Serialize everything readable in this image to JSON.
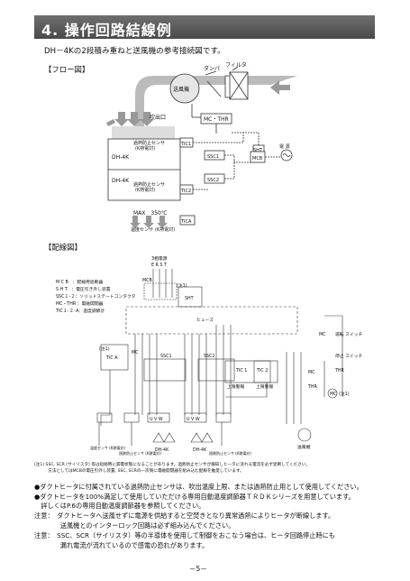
{
  "header": {
    "title": "4. 操作回路結線例"
  },
  "intro": "DH－4Kの2段積み重ねと送風機の参考接続図です。",
  "flow": {
    "heading": "【フロー図】",
    "labels": {
      "damper": "ダンパ",
      "filter": "フィルタ",
      "blower": "送風機",
      "outlet": "吹出口",
      "mc_thr": "MC・THR",
      "sensor_upper": "過熱防止センサ",
      "sensor_upper_k": "(K熱電対)",
      "sensor_lower": "過熱防止センサ",
      "sensor_lower_k": "(K熱電対)",
      "dh_upper": "DH-4K",
      "dh_lower": "DH-4K",
      "tic1": "TIC1",
      "tic2": "TIC2",
      "tica": "TICA",
      "ssc1": "SSC1",
      "ssc2": "SSC2",
      "sht": "SHT",
      "mcb": "MCB",
      "power": "電 源",
      "max_temp": "MAX　350℃",
      "temp_sensor": "温度センサ",
      "temp_sensor_k": "(K熱電対)"
    }
  },
  "wiring": {
    "heading": "【配線図】",
    "three_phase": "3相電源",
    "phases": "E R S T",
    "legend": [
      "M C B　：配線用遮断器",
      "S H T　：電圧引き外し装置",
      "SSC１･２：ソリッドステートコンタクタ",
      "MC・THR ：電磁開閉器",
      "TIC１･２･A：温度調節計"
    ],
    "labels": {
      "note1a": "(注1)",
      "note1b": "(注1)",
      "note1c": "(注1)",
      "mcb": "MCB",
      "sht": "SHT",
      "fuse": "ヒューズ",
      "mc_top": "MC",
      "mc_left": "MC",
      "mc_right": "MC",
      "thr": "THR",
      "thr2": "THR",
      "ssc1": "SSC1",
      "ssc2": "SSC2",
      "tic_a": "TIC A",
      "tic1": "TIC 1",
      "tic2": "TIC 2",
      "upper_alarm1": "上限警報",
      "upper_alarm2": "上限警報",
      "run_switch": "運転 スイッチ",
      "stop_switch": "停止 スイッチ",
      "mc_coil": "MC",
      "blower": "送風機",
      "dh1": "DH-4K",
      "dh2": "DH-4K",
      "sensor_temp": "温度センサ (K熱電対)",
      "sensor_over1": "過熱防止センサ (K熱電対)",
      "sensor_over2": "過熱防止センサ (K熱電対)",
      "terminals": "U V W"
    },
    "footnote": "(注1) SSC, SCR (サイリスタ) 等は短絡時に漏電状態になることがあります。過熱防止センサが検知しヒータに流れる電流を必ず遮断してください。\n　　　 方法としてはMCBの電圧引外し装置, SSC, SCRの一次側に電磁開閉器を組み込む配線を推奨しています。"
  },
  "notes": {
    "b1": "●ダクトヒータに付属されている過熱防止センサは、吹出温度上限、または過熱防止用として使用してください。",
    "b2": "●ダクトヒータを100%満足して使用していただける専用自動温度調節器ＴＲＤＫシリーズを用意しています。",
    "b2b": "　詳しくはP.6の専用自動温度調節器を参照してください。",
    "c1a": "注意：　ダクトヒータへ送風せずに電源を供給すると空焚きとなり異常過熱によりヒータが断線します。",
    "c1b": "　　　　送風機とのインターロック回路は必ず組み込んでください。",
    "c2a": "注意：　SSC、SCR（サイリスタ）等の半導体を使用して制御をおこなう場合は、ヒータ回路停止時にも",
    "c2b": "　　　　漏れ電流が流れているので感電の恐れがあります。"
  },
  "page": "－5－"
}
